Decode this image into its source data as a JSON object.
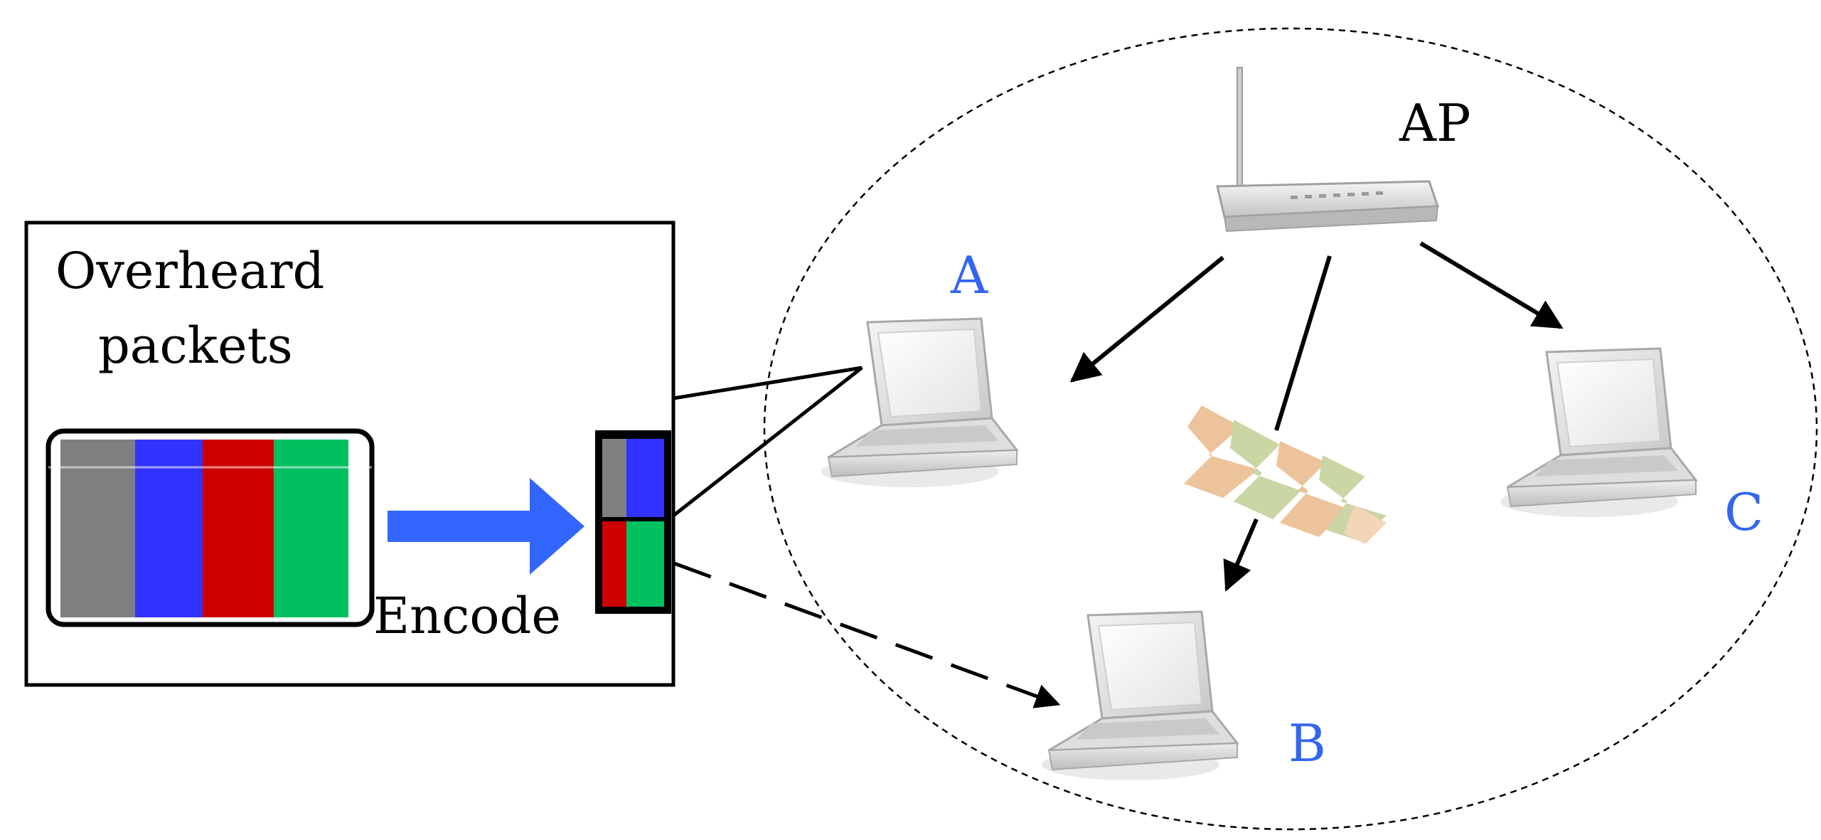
{
  "box": {
    "title_line1": "Overheard",
    "title_line2": "packets"
  },
  "encode_label": "Encode",
  "nodes": {
    "ap": "AP",
    "a": "A",
    "b": "B",
    "c": "C"
  },
  "colors": {
    "packet_gray": "#7f7f7f",
    "packet_blue": "#3333ff",
    "packet_red": "#cc0000",
    "packet_green": "#00c060",
    "arrow_blue": "#3366ff",
    "node_label_blue": "#3366ee"
  }
}
